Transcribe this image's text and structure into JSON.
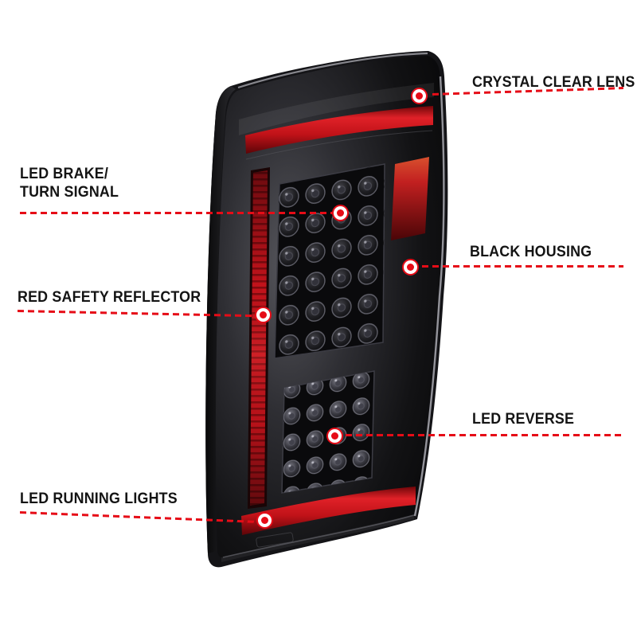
{
  "colors": {
    "annotation_red": "#e60c17",
    "taillight_red": "#c3131b",
    "housing_black": "#141417",
    "background": "#ffffff",
    "label_text": "#141414"
  },
  "annotations": {
    "crystal_clear_lens": {
      "label": "CRYSTAL CLEAR LENS"
    },
    "led_brake_turn_signal": {
      "line1": "LED BRAKE/",
      "line2": "TURN SIGNAL"
    },
    "black_housing": {
      "label": "BLACK HOUSING"
    },
    "red_safety_reflector": {
      "label": "RED SAFETY REFLECTOR"
    },
    "led_reverse": {
      "label": "LED REVERSE"
    },
    "led_running_lights": {
      "label": "LED RUNNING LIGHTS"
    }
  }
}
